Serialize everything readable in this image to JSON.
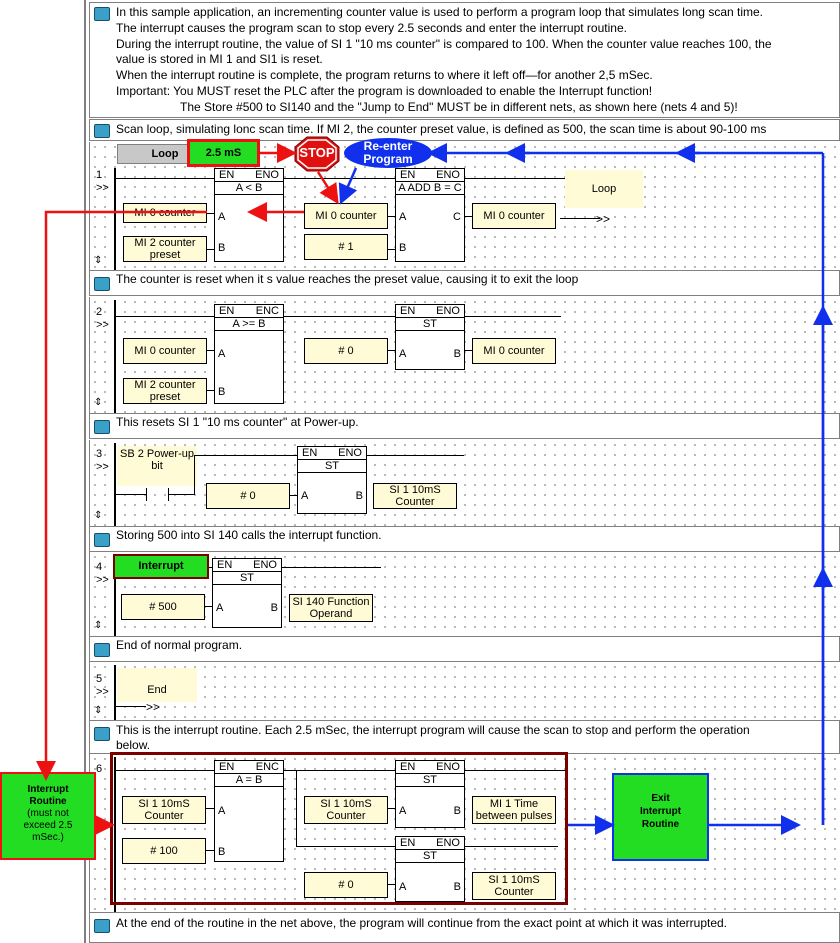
{
  "comments": {
    "intro": [
      "In this sample application, an incrementing counter value is used to perform a program loop that simulates long scan time.",
      "The interrupt causes the program scan to stop every 2.5 seconds and enter the interrupt routine.",
      "During the interrupt routine, the value of SI 1 \"10 ms counter\" is compared to 100. When the counter value reaches 100, the",
      "value is stored in MI 1 and SI1 is reset.",
      "When the interrupt routine is complete, the program returns to where it left off—for another 2,5 mSec.",
      "Important: You MUST reset the PLC after the program is downloaded to enable the Interrupt function!",
      "The Store #500 to  SI140 and the \"Jump to End\" MUST be in different nets, as shown here (nets 4 and 5)!"
    ],
    "scan_loop": "Scan loop, simulating lonc scan time. If MI 2, the counter preset value, is defined as 500, the scan time is about 90-100 ms",
    "net2": "The counter is reset  when it s value reaches the preset value, causing it to exit  the loop",
    "net3": "This resets SI 1 \"10 ms counter\" at Power-up.",
    "net4": "Storing 500 into SI 140 calls the interrupt function.",
    "net5": "End of normal program.",
    "net6_line1": "This is the interrupt routine. Each 2.5 mSec, the interrupt program will cause the scan to stop and perform the operation",
    "net6_line2": "below.",
    "final": "At the end of the routine in the net above, the program will continue from the exact point at which it was interrupted."
  },
  "labels": {
    "loop": "Loop",
    "time": "2.5 mS",
    "stop": "STOP",
    "reenter1": "Re-enter",
    "reenter2": "Program",
    "interrupt": "Interrupt",
    "end": "End",
    "jump": ">>",
    "interrupt_routine_title1": "Interrupt",
    "interrupt_routine_title2": "Routine",
    "interrupt_routine_note1": "(must not",
    "interrupt_routine_note2": "exceed 2.5",
    "interrupt_routine_note3": "mSec.)",
    "exit1": "Exit",
    "exit2": "Interrupt",
    "exit3": "Routine"
  },
  "nets": {
    "n1": "1",
    "n2": "2",
    "n3": "3",
    "n4": "4",
    "n5": "5",
    "n6": "6",
    "arrow": ">>"
  },
  "fb": {
    "en": "EN",
    "eno": "ENO",
    "enc": "ENC",
    "cmp_lt": "A < B",
    "add": "A ADD B = C",
    "cmp_ge": "A >= B",
    "st": "ST",
    "cmp_eq": "A = B",
    "pa": "A",
    "pb": "B",
    "pc": "C"
  },
  "operands": {
    "mi0": "MI 0 counter",
    "mi2_1": "MI 2 counter",
    "mi2_2": "preset",
    "c1": "# 1",
    "c0": "# 0",
    "c500": "# 500",
    "c100": "# 100",
    "sb2_1": "SB 2  Power-up",
    "sb2_2": "bit",
    "si1_1": "SI 1 10mS",
    "si1_2": "Counter",
    "si140_1": "SI 140 Function",
    "si140_2": "Operand",
    "mi1_1": "MI 1 Time",
    "mi1_2": "between pulses"
  },
  "colors": {
    "red": "#ee1111",
    "blue": "#1030ee",
    "green": "#22dd22",
    "darkred": "#7a0000",
    "operand_fill": "#fffbd6"
  }
}
